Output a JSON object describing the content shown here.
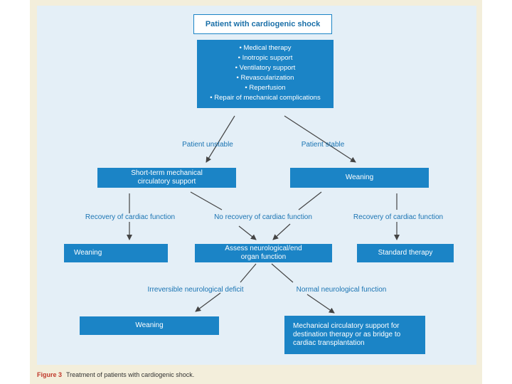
{
  "nodes": {
    "start": "Patient with cardiogenic shock",
    "therapies": [
      "• Medical therapy",
      "• Inotropic support",
      "• Ventilatory support",
      "• Revascularization",
      "• Reperfusion",
      "• Repair of mechanical complications"
    ],
    "short_term_mcs": "Short-term mechanical\ncirculatory support",
    "weaning_right": "Weaning",
    "weaning_left": "Weaning",
    "assess_neuro": "Assess neurological/end\norgan function",
    "standard_therapy": "Standard therapy",
    "weaning_bottom": "Weaning",
    "mcs_destination": "Mechanical circulatory support for\ndestination therapy or as bridge to\ncardiac transplantation"
  },
  "edge_labels": {
    "patient_unstable": "Patient unstable",
    "patient_stable": "Patient stable",
    "recovery_left": "Recovery of cardiac function",
    "no_recovery": "No recovery of cardiac function",
    "recovery_right": "Recovery of cardiac function",
    "irreversible": "Irreversible neurological deficit",
    "normal": "Normal neurological function"
  },
  "caption": {
    "figure": "Figure 3",
    "text": "Treatment of patients with cardiogenic shock."
  },
  "colors": {
    "box_fill": "#1b84c6",
    "label_text": "#1a74b3",
    "panel_bg": "#e4eff7",
    "page_bg": "#f3eedb",
    "arrow": "#444444"
  }
}
